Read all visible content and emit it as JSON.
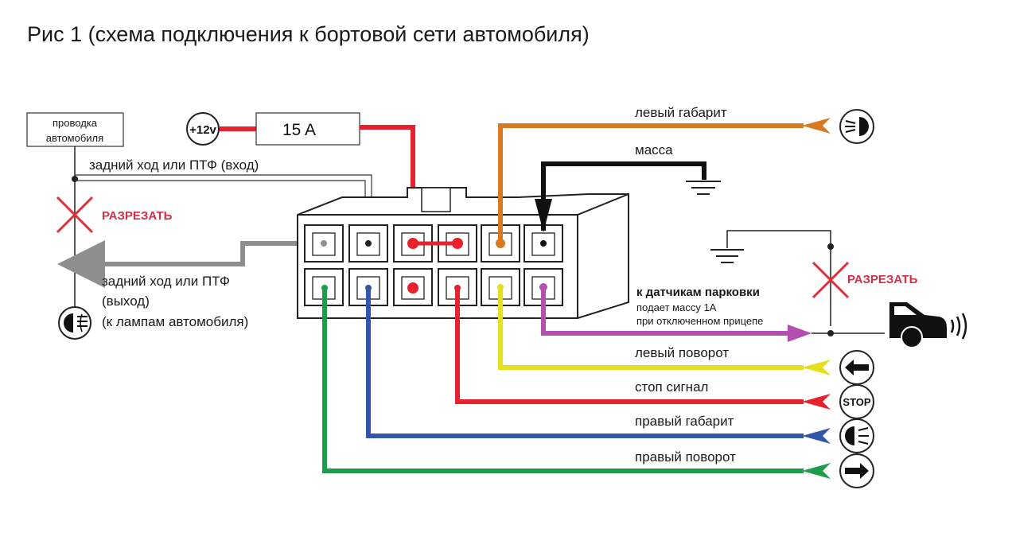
{
  "title": "Рис 1 (схема подключения к бортовой сети автомобиля)",
  "source_box": {
    "line1": "проводка",
    "line2": "автомобиля"
  },
  "power": {
    "label": "+12v",
    "fuse": "15 A"
  },
  "cut_label": "РАЗРЕЗАТЬ",
  "reverse_in": "задний ход или ПТФ (вход)",
  "reverse_out": {
    "line1": "задний ход или ПТФ",
    "line2": "(выход)",
    "line3": "(к лампам автомобиля)"
  },
  "wires": {
    "left_marker": "левый габарит",
    "ground": "масса",
    "left_turn": "левый поворот",
    "stop": "стоп сигнал",
    "right_marker": "правый габарит",
    "right_turn": "правый поворот"
  },
  "parking": {
    "title": "к датчикам парковки",
    "line1": "подает массу 1А",
    "line2": "при отключенном прицепе"
  },
  "stop_icon_text": "STOP",
  "colors": {
    "red": "#e8212e",
    "orange": "#d87a22",
    "yellow": "#e6df1e",
    "green": "#1b9d4c",
    "blue": "#3556a8",
    "purple": "#b150b0",
    "gray": "#8e8e8e",
    "black": "#111111",
    "cut": "#e0303a"
  },
  "icons": [
    "marker-lamp-icon",
    "fog-lamp-icon",
    "arrow-left-icon",
    "stop-icon",
    "arrow-right-icon",
    "car-icon",
    "ground-icon"
  ]
}
